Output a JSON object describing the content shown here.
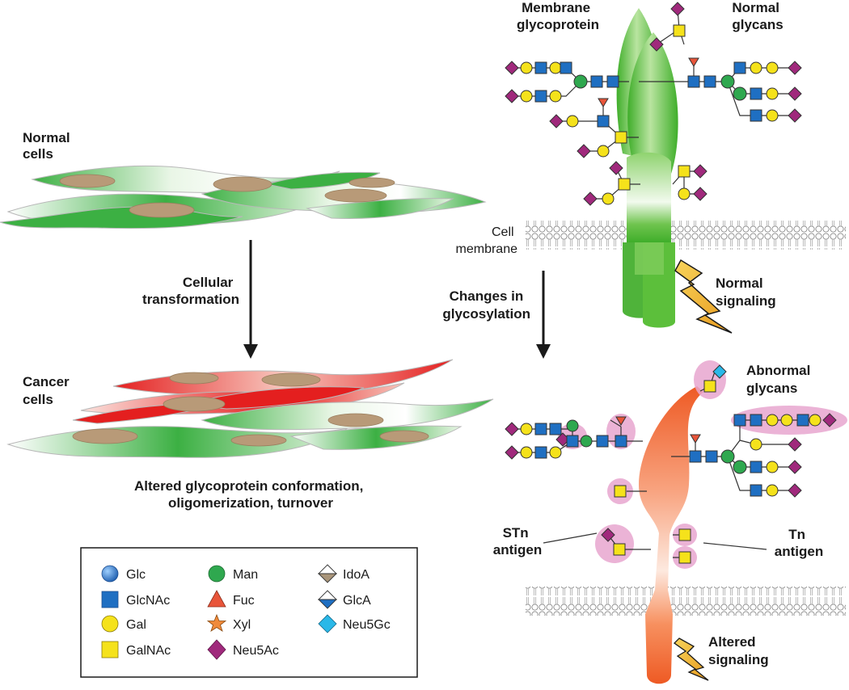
{
  "labels": {
    "normal_cells": [
      "Normal",
      "cells"
    ],
    "cancer_cells": [
      "Cancer",
      "cells"
    ],
    "cellular_transformation": [
      "Cellular",
      "transformation"
    ],
    "altered_conformation": [
      "Altered glycoprotein conformation,",
      "oligomerization, turnover"
    ],
    "membrane_glycoprotein": [
      "Membrane",
      "glycoprotein"
    ],
    "normal_glycans": [
      "Normal",
      "glycans"
    ],
    "cell_membrane": [
      "Cell",
      "membrane"
    ],
    "changes_in_glycosylation": [
      "Changes in",
      "glycosylation"
    ],
    "normal_signaling": [
      "Normal",
      "signaling"
    ],
    "abnormal_glycans": [
      "Abnormal",
      "glycans"
    ],
    "stn_antigen": [
      "STn",
      "antigen"
    ],
    "tn_antigen": [
      "Tn",
      "antigen"
    ],
    "altered_signaling": [
      "Altered",
      "signaling"
    ]
  },
  "legend": {
    "items": [
      {
        "label": "Glc",
        "symbol": "blue-circle"
      },
      {
        "label": "GlcNAc",
        "symbol": "blue-square"
      },
      {
        "label": "Gal",
        "symbol": "yellow-circle"
      },
      {
        "label": "GalNAc",
        "symbol": "yellow-square"
      },
      {
        "label": "Man",
        "symbol": "green-circle"
      },
      {
        "label": "Fuc",
        "symbol": "red-triangle"
      },
      {
        "label": "Xyl",
        "symbol": "orange-star"
      },
      {
        "label": "Neu5Ac",
        "symbol": "purple-diamond"
      },
      {
        "label": "IdoA",
        "symbol": "tan-split-diamond"
      },
      {
        "label": "GlcA",
        "symbol": "blue-split-diamond"
      },
      {
        "label": "Neu5Gc",
        "symbol": "cyan-diamond"
      }
    ]
  },
  "colors": {
    "glc": "#1f6fc2",
    "glcnac": "#1f6fc2",
    "gal": "#f5e21b",
    "galnac": "#f5e21b",
    "man": "#2fa84f",
    "fuc": "#e8553a",
    "xyl": "#f08a3a",
    "neu5ac": "#a0297c",
    "neu5gc": "#2ab8e8",
    "idoa": "#a9957a",
    "normal_cell": "#3cb043",
    "cancer_cell": "#e41f1f",
    "nucleus": "#b89a78",
    "normal_protein": "#5cbf3b",
    "cancer_protein": "#ee5a24",
    "halo": "#e7a6cf"
  }
}
